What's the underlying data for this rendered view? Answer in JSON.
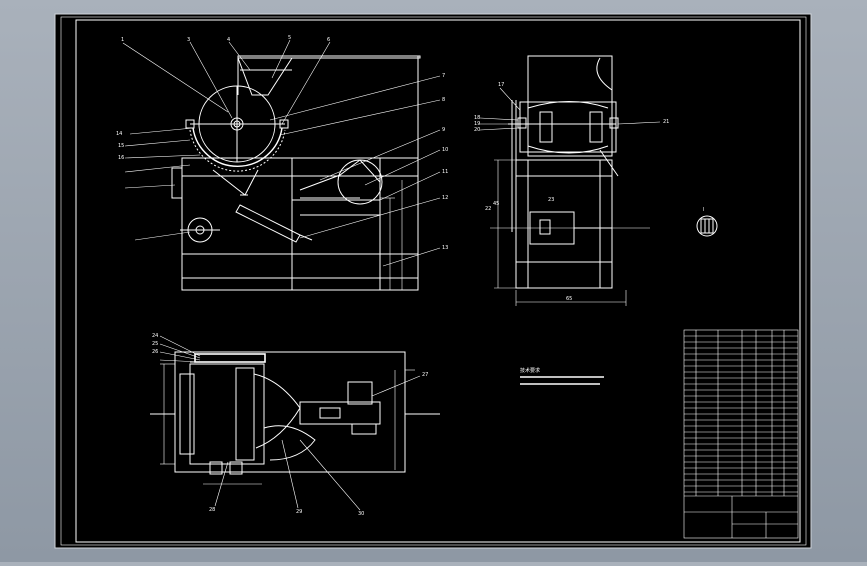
{
  "colors": {
    "background": "#000000",
    "line": "#ffffff",
    "frame_outer": "#9aa3ad",
    "workspace_gradient": [
      "#a9b1bb",
      "#8e98a4"
    ]
  },
  "side_view": {
    "callouts": [
      "1",
      "3",
      "4",
      "5",
      "6",
      "7",
      "8",
      "9",
      "10",
      "11",
      "12",
      "13",
      "14",
      "15",
      "16"
    ]
  },
  "end_view": {
    "callouts": [
      "17",
      "18",
      "19",
      "20",
      "21",
      "22",
      "23"
    ],
    "dims": [
      "45",
      "65"
    ]
  },
  "plan_view": {
    "callouts": [
      "24",
      "25",
      "26",
      "27",
      "28",
      "29",
      "30"
    ]
  },
  "detail": {
    "label": "I"
  },
  "notes": {
    "heading": "技术要求"
  },
  "title_block": {
    "drawing_name": "",
    "scale": ""
  }
}
